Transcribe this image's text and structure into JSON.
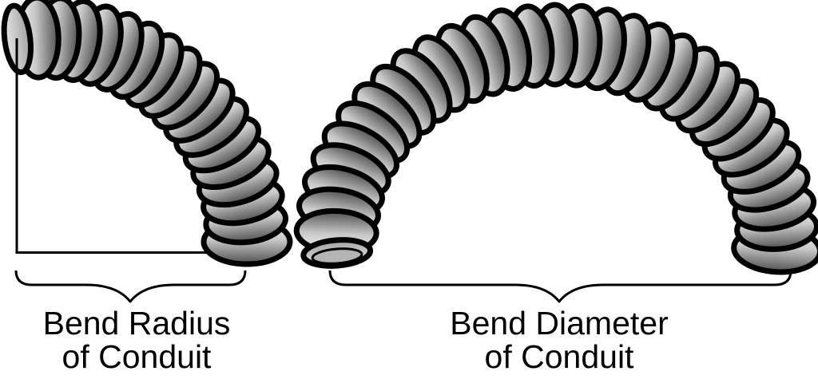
{
  "left_diagram": {
    "label_line1": "Bend Radius",
    "label_line2": "of Conduit"
  },
  "right_diagram": {
    "label_line1": "Bend Diameter",
    "label_line2": "of Conduit"
  },
  "colors": {
    "background": "#ffffff",
    "outline": "#000000",
    "rib_light": "#f4f4f4",
    "rib_mid": "#c8c8c8",
    "rib_dark": "#4f4f4f",
    "cap_light": "#e8e8e8",
    "cap_dark": "#a0a0a0",
    "bore_fill": "#b4b4b4",
    "dimension_line": "#000000",
    "brace": "#000000",
    "text": "#000000"
  }
}
